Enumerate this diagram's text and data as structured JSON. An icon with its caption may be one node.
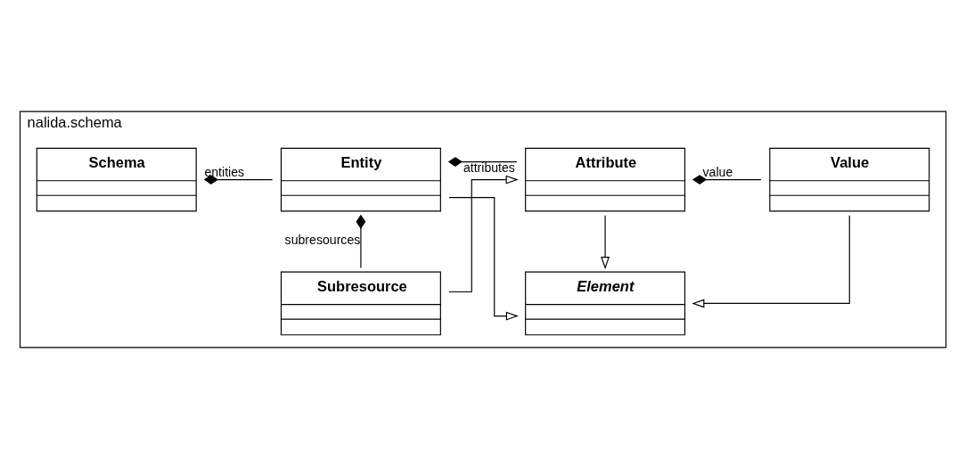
{
  "diagram": {
    "nodes": [
      {
        "text": [
          "nalida.schema"
        ]
      },
      {
        "text": [
          "Element"
        ],
        "in": 0
      },
      {
        "text": [
          "Schema"
        ],
        "in": 0
      },
      {
        "text": [
          "Entity"
        ],
        "in": 0
      },
      {
        "text": [
          "Attribute"
        ],
        "in": 0
      },
      {
        "text": [
          "Value"
        ],
        "in": 0
      },
      {
        "text": [
          "Subresource"
        ],
        "in": 0
      }
    ],
    "edges": [
      {
        "from": 3,
        "to": 1,
        "arrow": "to"
      },
      {
        "from": 4,
        "to": 1,
        "arrow": "to"
      },
      {
        "from": 5,
        "to": 1,
        "arrow": "to"
      },
      {
        "from": 2,
        "to": 3,
        "arrow": "other",
        "label": "entities"
      },
      {
        "from": 3,
        "to": 4,
        "arrow": "other",
        "label": "attributes"
      },
      {
        "from": 4,
        "to": 5,
        "arrow": "other",
        "label": "value"
      },
      {
        "from": 6,
        "to": 4,
        "arrow": "to"
      },
      {
        "from": 3,
        "to": 6,
        "arrow": "other",
        "label": "subresources"
      }
    ]
  }
}
